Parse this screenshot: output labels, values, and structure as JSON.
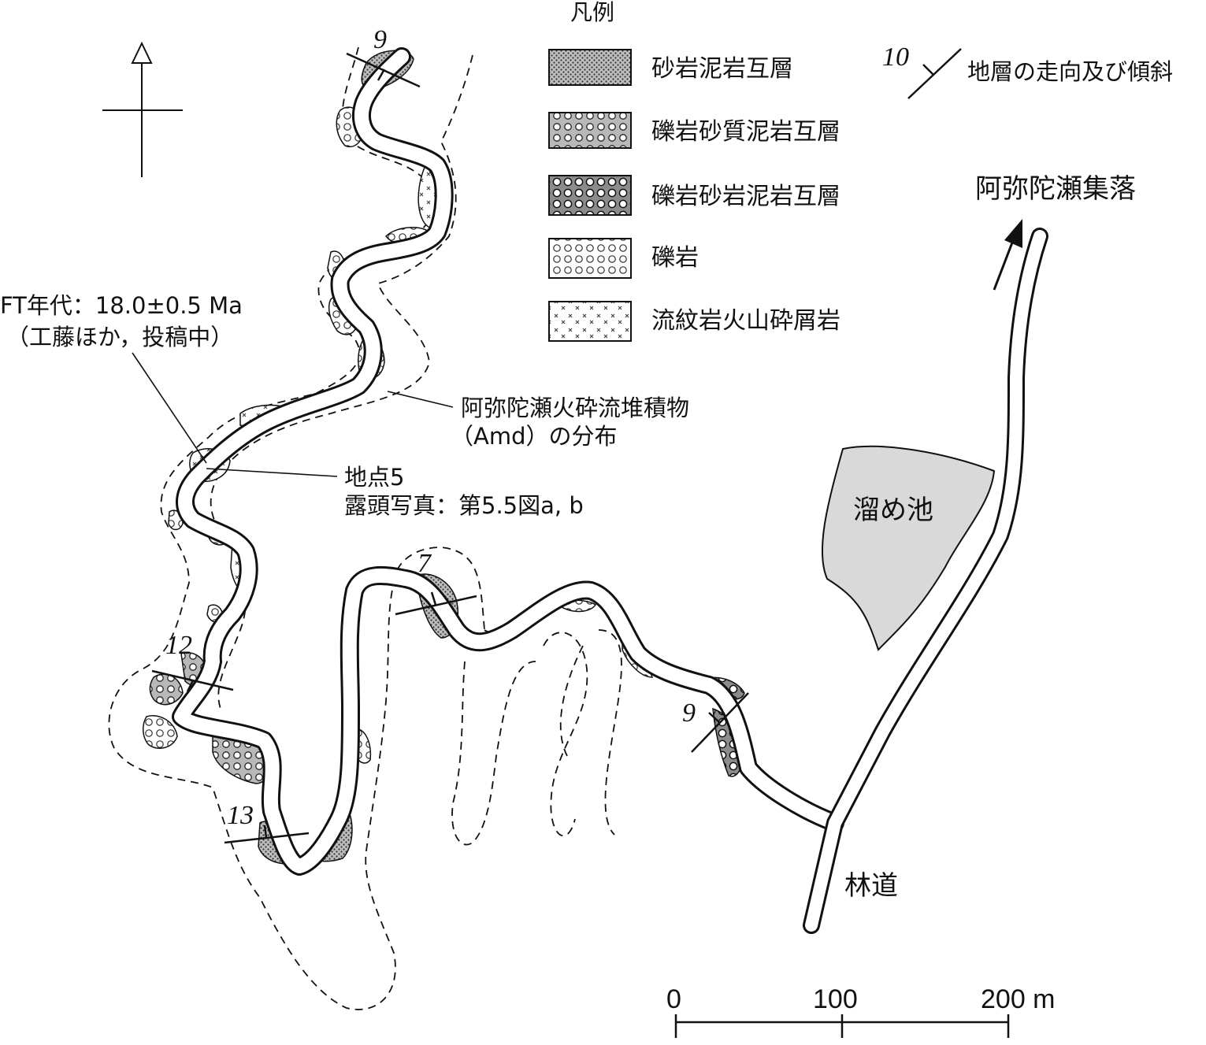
{
  "legend": {
    "title": "凡例",
    "items": [
      {
        "label": "砂岩泥岩互層",
        "pattern": "dense-dot"
      },
      {
        "label": "礫岩砂質泥岩互層",
        "pattern": "small-circles-on-grey"
      },
      {
        "label": "礫岩砂岩泥岩互層",
        "pattern": "circles-on-dark-dots"
      },
      {
        "label": "礫岩",
        "pattern": "circles"
      },
      {
        "label": "流紋岩火山砕屑岩",
        "pattern": "crosses"
      }
    ],
    "strike_dip": {
      "value": "10",
      "label": "地層の走向及び傾斜"
    }
  },
  "labels": {
    "village": "阿弥陀瀬集落",
    "pond": "溜め池",
    "forest_road": "林道",
    "ft_age_line1": "FT年代：18.0±0.5 Ma",
    "ft_age_line2": "（工藤ほか，投稿中）",
    "amd_line1": "阿弥陀瀬火砕流堆積物",
    "amd_line2": "（Amd）の分布",
    "site_line1": "地点5",
    "site_line2": "露頭写真：第5.5図a, b"
  },
  "dips": [
    "9",
    "12",
    "13",
    "7",
    "9"
  ],
  "scale_bar": {
    "ticks": [
      "0",
      "100",
      "200 m"
    ]
  },
  "colors": {
    "ink": "#111111",
    "pond": "#d9d9d9",
    "grey": "#9a9a9a",
    "dark": "#777777"
  }
}
